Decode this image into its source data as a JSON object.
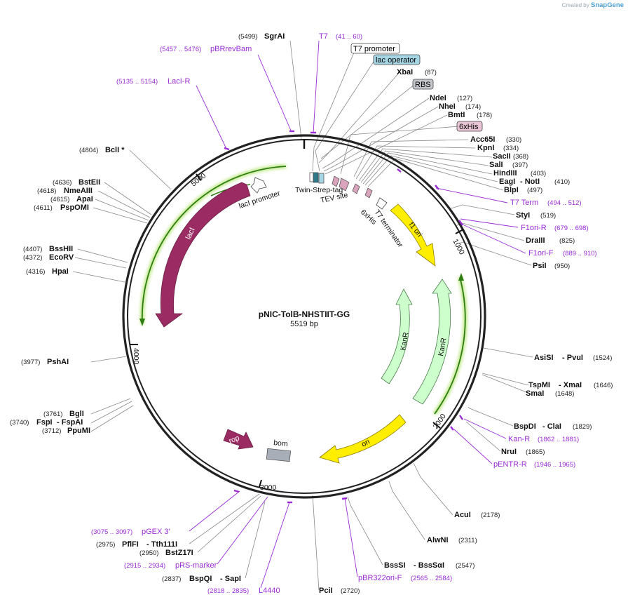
{
  "branding": {
    "prefix": "Created by",
    "name": "SnapGene"
  },
  "map": {
    "name": "pNIC-TolB-NHSTIIT-GG",
    "length": "5519 bp"
  },
  "ticks": [
    "1000",
    "2000",
    "3000",
    "4000",
    "5000"
  ],
  "features": {
    "lacI": "lacI",
    "lacI_promoter": "lacI promoter",
    "twin_strep": "Twin-Strep-tag",
    "tev": "TEV site",
    "his6": "6xHis",
    "t7term": "T7 terminator",
    "f1ori": "f1 ori",
    "kanr_outer": "KanR",
    "kanr_inner": "KanR",
    "ori": "ori",
    "rop": "rop",
    "bom": "bom"
  },
  "boxes": {
    "t7_promoter": "T7 promoter",
    "lac_operator": "lac operator",
    "rbs": "RBS",
    "his6": "6xHis"
  },
  "sites": {
    "sgrai": {
      "name": "SgrAI",
      "pos": "(5499)"
    },
    "xbai": {
      "name": "XbaI",
      "pos": "(87)"
    },
    "ndei": {
      "name": "NdeI",
      "pos": "(127)"
    },
    "nhei": {
      "name": "NheI",
      "pos": "(174)"
    },
    "bmti": {
      "name": "BmtI",
      "pos": "(178)"
    },
    "acc65i": {
      "name": "Acc65I",
      "pos": "(330)"
    },
    "kpni": {
      "name": "KpnI",
      "pos": "(334)"
    },
    "sacii": {
      "name": "SacII",
      "pos": "(368)"
    },
    "sali": {
      "name": "SalI",
      "pos": "(397)"
    },
    "hindiii": {
      "name": "HindIII",
      "pos": "(403)"
    },
    "eagi_noti": {
      "name": "EagI",
      "name2": "NotI",
      "pos": "(410)"
    },
    "blpi": {
      "name": "BlpI",
      "pos": "(497)"
    },
    "styi": {
      "name": "StyI",
      "pos": "(519)"
    },
    "draiii": {
      "name": "DraIII",
      "pos": "(825)"
    },
    "psii": {
      "name": "PsiI",
      "pos": "(950)"
    },
    "asisi_pvui": {
      "name": "AsiSI",
      "name2": "PvuI",
      "pos": "(1524)"
    },
    "tspmi_xmai": {
      "name": "TspMI",
      "name2": "XmaI",
      "pos": "(1646)"
    },
    "smai": {
      "name": "SmaI",
      "pos": "(1648)"
    },
    "bspdi_clai": {
      "name": "BspDI",
      "name2": "ClaI",
      "pos": "(1829)"
    },
    "nrui": {
      "name": "NruI",
      "pos": "(1865)"
    },
    "acui": {
      "name": "AcuI",
      "pos": "(2178)"
    },
    "alwni": {
      "name": "AlwNI",
      "pos": "(2311)"
    },
    "bsssi": {
      "name": "BssSI",
      "name2": "BssSαI",
      "pos": "(2547)"
    },
    "pcii": {
      "name": "PciI",
      "pos": "(2720)"
    },
    "bspqi": {
      "name": "BspQI",
      "name2": "SapI",
      "pos": "(2837)"
    },
    "bstz17i": {
      "name": "BstZ17I",
      "pos": "(2950)"
    },
    "pflfi": {
      "name": "PflFI",
      "name2": "Tth111I",
      "pos": "(2975)"
    },
    "ppumi": {
      "name": "PpuMI",
      "pos": "(3712)"
    },
    "fspi": {
      "name": "FspI",
      "name2": "FspAI",
      "pos": "(3740)"
    },
    "bgli": {
      "name": "BglI",
      "pos": "(3761)"
    },
    "pshai": {
      "name": "PshAI",
      "pos": "(3977)"
    },
    "hpai": {
      "name": "HpaI",
      "pos": "(4316)"
    },
    "ecorv": {
      "name": "EcoRV",
      "pos": "(4372)"
    },
    "bsshii": {
      "name": "BssHII",
      "pos": "(4407)"
    },
    "psp": {
      "name": "PspOMI",
      "pos": "(4611)"
    },
    "apai": {
      "name": "ApaI",
      "pos": "(4615)"
    },
    "nmeaiii": {
      "name": "NmeAIII",
      "pos": "(4618)"
    },
    "bsteii": {
      "name": "BstEII",
      "pos": "(4636)"
    },
    "bcli": {
      "name": "BclI *",
      "pos": "(4804)"
    }
  },
  "primers": {
    "t7": {
      "name": "T7",
      "pos": "(41 .. 60)"
    },
    "pbrrevbam": {
      "name": "pBRrevBam",
      "pos": "(5457 .. 5476)"
    },
    "laci_r": {
      "name": "LacI-R",
      "pos": "(5135 .. 5154)"
    },
    "t7term": {
      "name": "T7 Term",
      "pos": "(494 .. 512)"
    },
    "f1ori_r": {
      "name": "F1ori-R",
      "pos": "(679 .. 698)"
    },
    "f1ori_f": {
      "name": "F1ori-F",
      "pos": "(889 .. 910)"
    },
    "kan_r": {
      "name": "Kan-R",
      "pos": "(1862 .. 1881)"
    },
    "pentr_r": {
      "name": "pENTR-R",
      "pos": "(1946 .. 1965)"
    },
    "pbr322ori_f": {
      "name": "pBR322ori-F",
      "pos": "(2565 .. 2584)"
    },
    "l4440": {
      "name": "L4440",
      "pos": "(2818 .. 2835)"
    },
    "prs_marker": {
      "name": "pRS-marker",
      "pos": "(2915 .. 2934)"
    },
    "pgex3": {
      "name": "pGEX 3'",
      "pos": "(3075 .. 3097)"
    }
  },
  "colors": {
    "backbone": "#222222",
    "primer": "#9a2bd6",
    "lacI": "#9b2c63",
    "orf_yellow": "#ffee00",
    "kanr": "#ccffcc",
    "arc_green": "#2f7d12",
    "bom": "#a8aeb8",
    "lac_operator": "#a6d6e4",
    "rbs": "#c4c8cc",
    "his_box": "#e8c4d4"
  }
}
